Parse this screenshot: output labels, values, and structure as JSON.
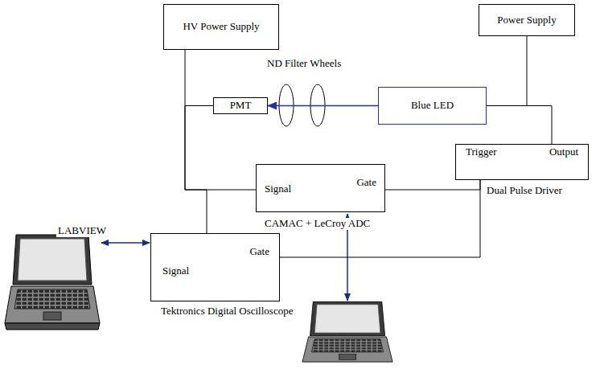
{
  "diagram": {
    "nodes": [
      {
        "text": [
          "HV Power Supply"
        ]
      },
      {
        "text": [
          "Power Supply"
        ]
      },
      {
        "text": [
          "PMT"
        ]
      },
      {
        "text": [
          "Blue LED"
        ]
      },
      {
        "text": [
          "Trigger",
          "Output",
          "Dual Pulse Driver"
        ]
      },
      {
        "text": [
          "Signal",
          "Gate",
          "CAMAC + LeCroy ADC"
        ]
      },
      {
        "text": [
          "Signal",
          "Gate",
          "Tektronics Digital Oscilloscope"
        ]
      }
    ],
    "edges": [
      {
        "from": 0,
        "to": 2,
        "arrow": "none"
      },
      {
        "from": 3,
        "to": 2,
        "arrow": "to"
      },
      {
        "from": 1,
        "to": 3,
        "arrow": "none"
      },
      {
        "from": 4,
        "to": 3,
        "arrow": "none"
      },
      {
        "from": 2,
        "to": 5,
        "arrow": "none"
      },
      {
        "from": 2,
        "to": 6,
        "arrow": "none"
      },
      {
        "from": 4,
        "to": 5,
        "arrow": "none"
      },
      {
        "from": 4,
        "to": 6,
        "arrow": "none"
      }
    ],
    "labels": [
      "ND Filter Wheels",
      "LABVIEW"
    ]
  }
}
